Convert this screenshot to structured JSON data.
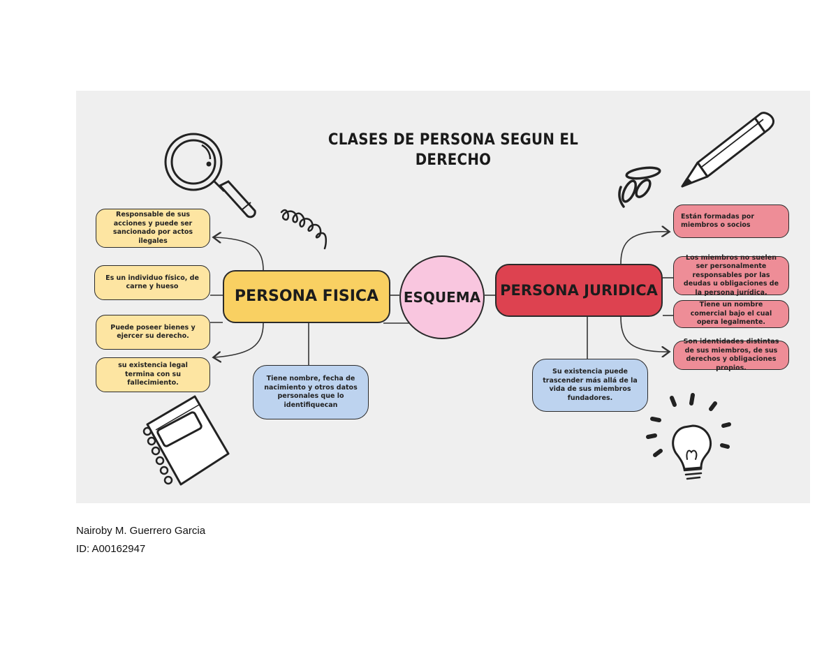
{
  "title": "CLASES DE PERSONA SEGUN EL DERECHO",
  "center": "ESQUEMA",
  "persona_fisica": {
    "label": "PERSONA FISICA",
    "items": [
      "Responsable de sus acciones y puede ser sancionado por actos ilegales",
      "Es un individuo físico, de carne y hueso",
      "Puede poseer bienes y ejercer su derecho.",
      "su existencia legal termina con su fallecimiento."
    ],
    "note": "Tiene nombre, fecha de nacimiento y otros datos personales que lo identifiquecan"
  },
  "persona_juridica": {
    "label": "PERSONA JURIDICA",
    "items": [
      "Están formadas por miembros o socios",
      "Los miembros no suelen ser personalmente responsables por las deudas u obligaciones de la persona jurídica.",
      "Tiene un nombre comercial bajo el cual opera legalmente.",
      "Son identidades distintas de sus miembros, de sus derechos y obligaciones propios."
    ],
    "note": "Su existencia puede trascender más allá de la vida de sus miembros fundadores."
  },
  "footer": {
    "name": "Nairoby M. Guerrero Garcia",
    "id": "ID: A00162947"
  },
  "colors": {
    "yellow_main": "#f9d062",
    "yellow_leaf": "#fde5a2",
    "red_main": "#dd4250",
    "red_leaf": "#ee8d97",
    "pink_center": "#f9c6df",
    "blue_note": "#bdd3ef",
    "background": "#efefef"
  },
  "icons": [
    "magnifier-icon",
    "spring-icon",
    "pencil-icon",
    "splash-icon",
    "notebook-icon",
    "lightbulb-icon"
  ]
}
